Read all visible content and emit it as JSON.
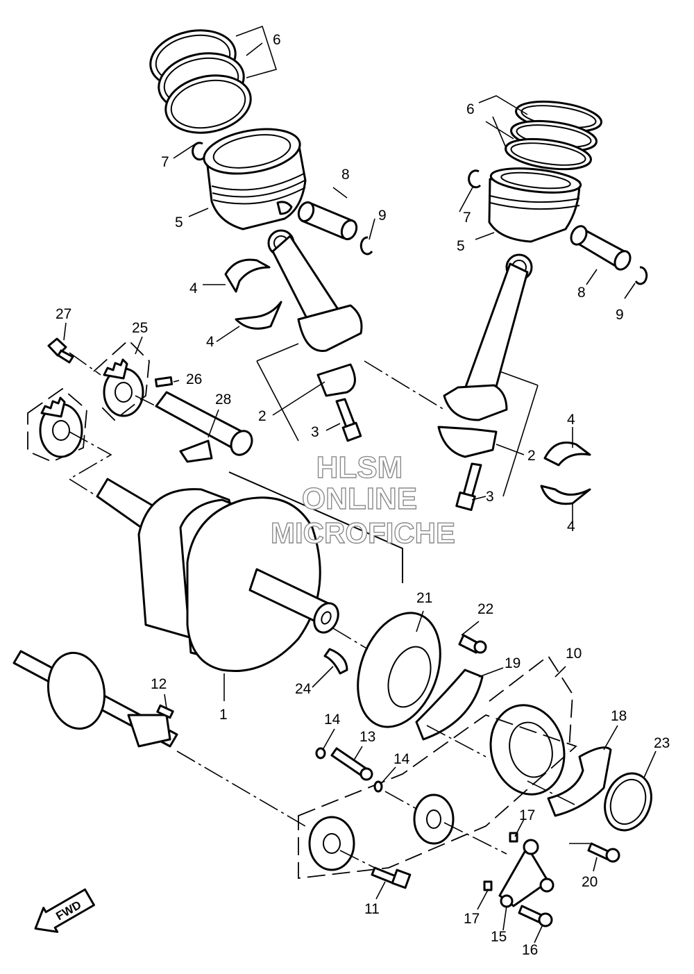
{
  "watermark": {
    "line1": "HLSM",
    "line2": "ONLINE",
    "line3": "MICROFICHE",
    "stroke_color": "#8a8a8a"
  },
  "direction_badge": {
    "text": "FWD"
  },
  "callouts": [
    {
      "id": "c6a",
      "text": "6"
    },
    {
      "id": "c7a",
      "text": "7"
    },
    {
      "id": "c5a",
      "text": "5"
    },
    {
      "id": "c8a",
      "text": "8"
    },
    {
      "id": "c9a",
      "text": "9"
    },
    {
      "id": "c6b",
      "text": "6"
    },
    {
      "id": "c7b",
      "text": "7"
    },
    {
      "id": "c5b",
      "text": "5"
    },
    {
      "id": "c8b",
      "text": "8"
    },
    {
      "id": "c9b",
      "text": "9"
    },
    {
      "id": "c4a",
      "text": "4"
    },
    {
      "id": "c4b",
      "text": "4"
    },
    {
      "id": "c27",
      "text": "27"
    },
    {
      "id": "c25",
      "text": "25"
    },
    {
      "id": "c26",
      "text": "26"
    },
    {
      "id": "c28",
      "text": "28"
    },
    {
      "id": "c2a",
      "text": "2"
    },
    {
      "id": "c3a",
      "text": "3"
    },
    {
      "id": "c4c",
      "text": "4"
    },
    {
      "id": "c2b",
      "text": "2"
    },
    {
      "id": "c3b",
      "text": "3"
    },
    {
      "id": "c4d",
      "text": "4"
    },
    {
      "id": "c21",
      "text": "21"
    },
    {
      "id": "c22",
      "text": "22"
    },
    {
      "id": "c10",
      "text": "10"
    },
    {
      "id": "c19",
      "text": "19"
    },
    {
      "id": "c24",
      "text": "24"
    },
    {
      "id": "c1",
      "text": "1"
    },
    {
      "id": "c12",
      "text": "12"
    },
    {
      "id": "c14a",
      "text": "14"
    },
    {
      "id": "c13",
      "text": "13"
    },
    {
      "id": "c14b",
      "text": "14"
    },
    {
      "id": "c18",
      "text": "18"
    },
    {
      "id": "c23",
      "text": "23"
    },
    {
      "id": "c17a",
      "text": "17"
    },
    {
      "id": "c20",
      "text": "20"
    },
    {
      "id": "c11",
      "text": "11"
    },
    {
      "id": "c17b",
      "text": "17"
    },
    {
      "id": "c15",
      "text": "15"
    },
    {
      "id": "c16",
      "text": "16"
    }
  ]
}
